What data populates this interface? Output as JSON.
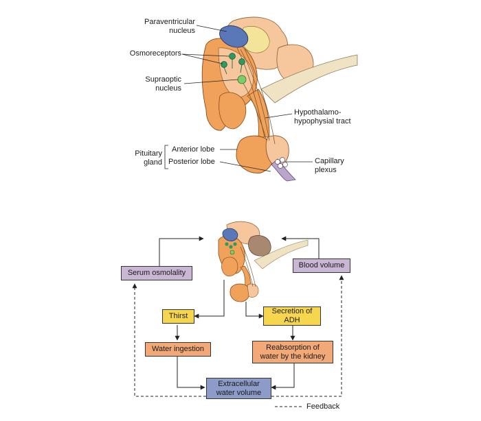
{
  "top_labels": {
    "paraventricular": [
      "Paraventricular",
      "nucleus"
    ],
    "osmoreceptors": "Osmoreceptors",
    "supraoptic": [
      "Supraoptic",
      "nucleus"
    ],
    "tract": [
      "Hypothalamo-",
      "hypophysial tract"
    ],
    "pituitary": [
      "Pituitary",
      "gland"
    ],
    "anterior": "Anterior lobe",
    "posterior": "Posterior lobe",
    "capillary": [
      "Capillary",
      "plexus"
    ]
  },
  "flow": {
    "serum_osmolality": "Serum osmolality",
    "blood_volume": "Blood volume",
    "thirst": "Thirst",
    "secretion": [
      "Secretion of",
      "ADH"
    ],
    "water_ingestion": "Water ingestion",
    "reabsorption": [
      "Reabsorption of",
      "water by the kidney"
    ],
    "ecf": [
      "Extracellular",
      "water volume"
    ],
    "feedback": "Feedback"
  },
  "colors": {
    "orange": "#F0A15A",
    "orange_dark": "#D9843E",
    "peach": "#F6C79C",
    "yellow_light": "#F2E59A",
    "blue_nucleus": "#5A78B8",
    "green_cell": "#2E9A5E",
    "serum_box": "#C8B6D2",
    "blood_box": "#C8B6D2",
    "thirst_box": "#F6D64E",
    "secretion_box": "#F6D64E",
    "water_box": "#F3A877",
    "reab_box": "#F3A877",
    "ecf_box": "#8C9BC8"
  }
}
